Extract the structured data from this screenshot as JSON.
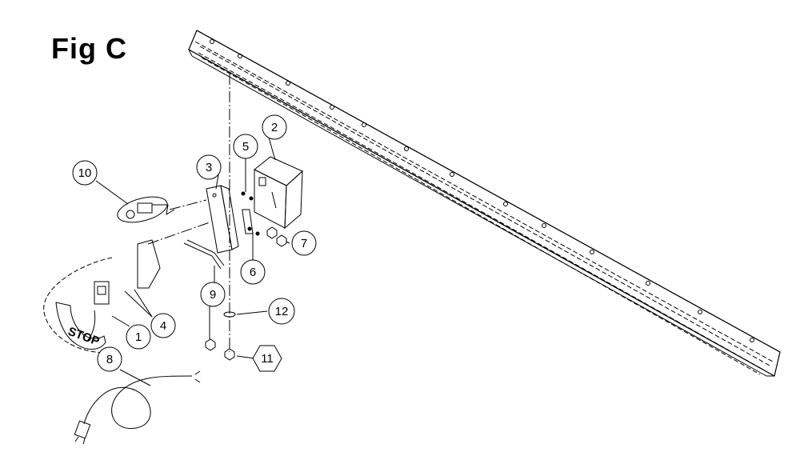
{
  "figure": {
    "title": "Fig C"
  },
  "callouts": [
    {
      "id": "1",
      "label": "1"
    },
    {
      "id": "2",
      "label": "2"
    },
    {
      "id": "3",
      "label": "3"
    },
    {
      "id": "4",
      "label": "4"
    },
    {
      "id": "5",
      "label": "5"
    },
    {
      "id": "6",
      "label": "6"
    },
    {
      "id": "7",
      "label": "7"
    },
    {
      "id": "8",
      "label": "8"
    },
    {
      "id": "9",
      "label": "9"
    },
    {
      "id": "10",
      "label": "10"
    },
    {
      "id": "11",
      "label": "11"
    },
    {
      "id": "12",
      "label": "12"
    }
  ],
  "switch_paddle_text": "STOP"
}
